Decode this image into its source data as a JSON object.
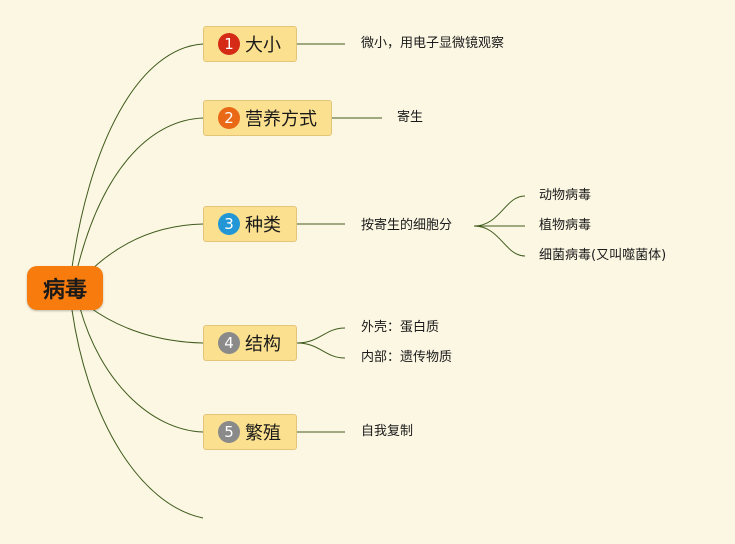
{
  "root": {
    "label": "病毒"
  },
  "colors": {
    "background": "#fcf7e3",
    "root_fill": "#f77b0d",
    "topic_fill": "#fbe08f",
    "line": "#3f5b1c",
    "badge_1": "#d42a16",
    "badge_2": "#e96916",
    "badge_3": "#2397d6",
    "badge_4": "#8a8a8a",
    "badge_5": "#8a8a8a"
  },
  "topics": [
    {
      "number": "1",
      "label": "大小",
      "children": [
        {
          "label": "微小，用电子显微镜观察"
        }
      ]
    },
    {
      "number": "2",
      "label": "营养方式",
      "children": [
        {
          "label": "寄生"
        }
      ]
    },
    {
      "number": "3",
      "label": "种类",
      "children": [
        {
          "label": "按寄生的细胞分",
          "children": [
            {
              "label": "动物病毒"
            },
            {
              "label": "植物病毒"
            },
            {
              "label": "细菌病毒(又叫噬菌体)"
            }
          ]
        }
      ]
    },
    {
      "number": "4",
      "label": "结构",
      "children": [
        {
          "label": "外壳：蛋白质"
        },
        {
          "label": "内部：遗传物质"
        }
      ]
    },
    {
      "number": "5",
      "label": "繁殖",
      "children": [
        {
          "label": "自我复制"
        }
      ]
    }
  ]
}
